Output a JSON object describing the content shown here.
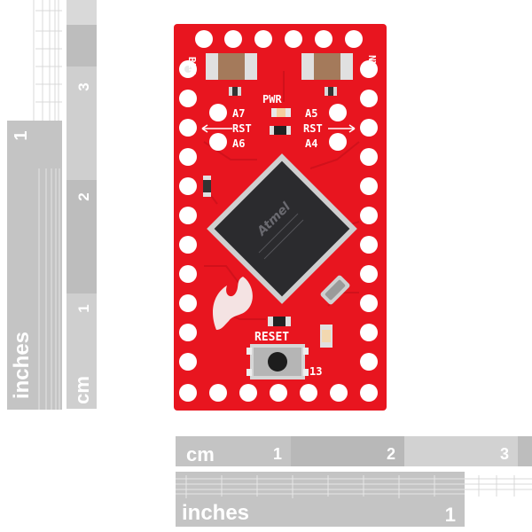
{
  "board": {
    "silkscreen": {
      "blk": "BLK",
      "grn": "GRN",
      "pwr": "PWR",
      "a7": "A7",
      "a6": "A6",
      "a5": "A5",
      "a4": "A4",
      "rst_left": "RST",
      "rst_right": "RST",
      "reset": "RESET",
      "pin13": "13"
    },
    "chip_marking": "Atmel",
    "colors": {
      "pcb": "#e8151f",
      "pad": "#ffffff",
      "chip": "#2b2b2e",
      "solder_mask_trace": "#c8101a"
    }
  },
  "vertical_ruler": {
    "inch_label": "inches",
    "cm_label": "cm",
    "inch_numbers": [
      "1"
    ],
    "cm_numbers": [
      "3",
      "2",
      "1"
    ]
  },
  "horizontal_ruler": {
    "cm_label": "cm",
    "inch_label": "inches",
    "cm_numbers": [
      "1",
      "2",
      "3"
    ],
    "inch_numbers": [
      "1"
    ]
  }
}
